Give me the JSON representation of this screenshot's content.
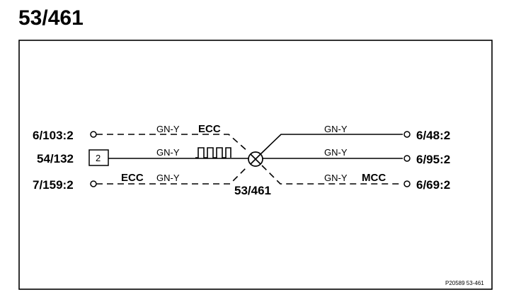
{
  "page": {
    "title": "53/461"
  },
  "diagram": {
    "splice_label": "53/461",
    "reference": "P20589 53-461",
    "left_connectors": [
      {
        "id": "6/103:2",
        "wire_color": "GN-Y",
        "tag": "ECC",
        "style": "dashed"
      },
      {
        "id": "54/132",
        "component_pin": "2",
        "wire_color": "GN-Y",
        "tag": "square-wave-signal",
        "style": "solid"
      },
      {
        "id": "7/159:2",
        "wire_color": "GN-Y",
        "tag": "ECC",
        "style": "dashed"
      }
    ],
    "right_connectors": [
      {
        "id": "6/48:2",
        "wire_color": "GN-Y",
        "style": "solid"
      },
      {
        "id": "6/95:2",
        "wire_color": "GN-Y",
        "style": "solid"
      },
      {
        "id": "6/69:2",
        "wire_color": "GN-Y",
        "tag": "MCC",
        "style": "dashed"
      }
    ],
    "icons": {
      "splice": "splice-junction-icon",
      "terminal": "open-terminal-icon",
      "signal": "square-wave-icon"
    }
  }
}
